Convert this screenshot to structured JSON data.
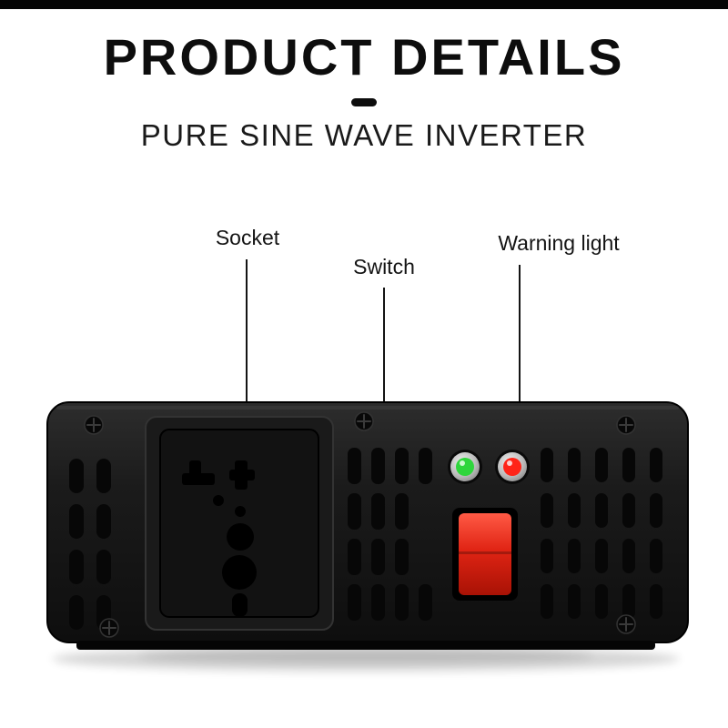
{
  "header": {
    "title": "PRODUCT DETAILS",
    "subtitle": "PURE SINE WAVE INVERTER"
  },
  "annotations": [
    {
      "id": "socket",
      "label": "Socket"
    },
    {
      "id": "switch",
      "label": "Switch"
    },
    {
      "id": "warning-light",
      "label": "Warning light"
    }
  ],
  "product": {
    "name": "pure-sine-wave-inverter-front-panel",
    "body_color": "#1b1b1b",
    "indicator_lights": [
      {
        "name": "green-indicator-light",
        "color": "#2fd63c"
      },
      {
        "name": "red-indicator-light",
        "color": "#ff2418"
      }
    ],
    "switch": {
      "name": "power-rocker-switch",
      "color": "#e02414"
    }
  }
}
